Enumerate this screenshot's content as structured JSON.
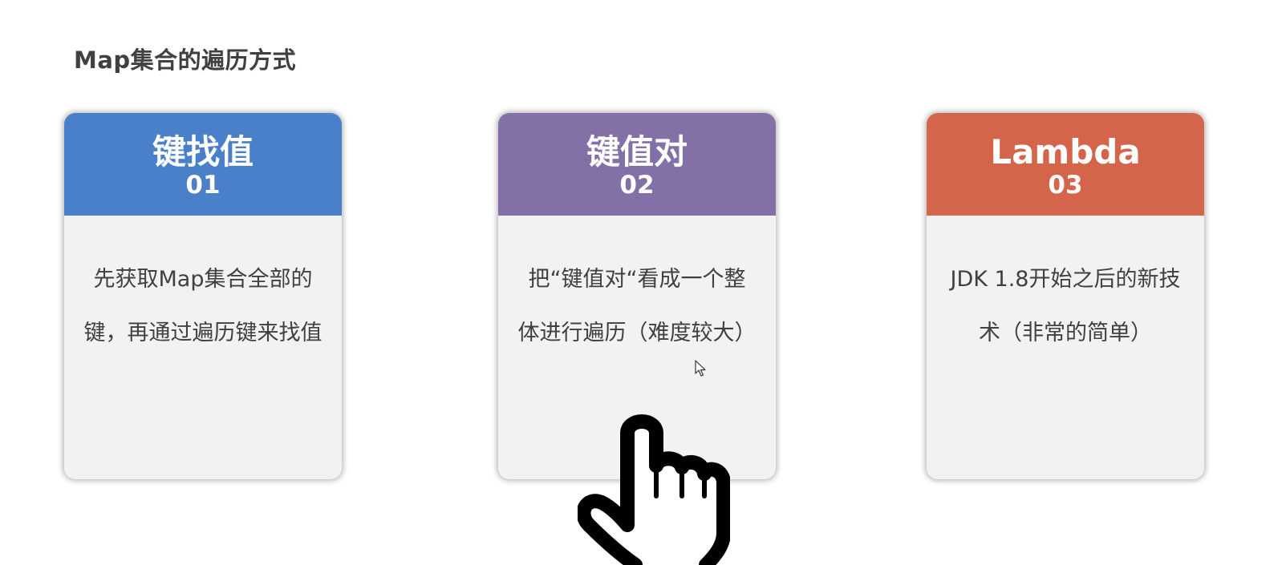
{
  "slide": {
    "title": "Map集合的遍历方式"
  },
  "cards": [
    {
      "title": "键找值",
      "number": "01",
      "color": "#4a7fca",
      "lines": [
        "先获取Map集合全部的",
        "键，再通过遍历键来找值"
      ]
    },
    {
      "title": "键值对",
      "number": "02",
      "color": "#8370a7",
      "lines": [
        "把“键值对“看成一个整",
        "体进行遍历（难度较大）"
      ]
    },
    {
      "title": "Lambda",
      "number": "03",
      "color": "#d4654a",
      "lines": [
        "JDK 1.8开始之后的新技",
        "术（非常的简单）"
      ]
    }
  ],
  "cursors": {
    "arrow": "mouse-pointer-icon",
    "hand": "hand-pointer-icon"
  }
}
